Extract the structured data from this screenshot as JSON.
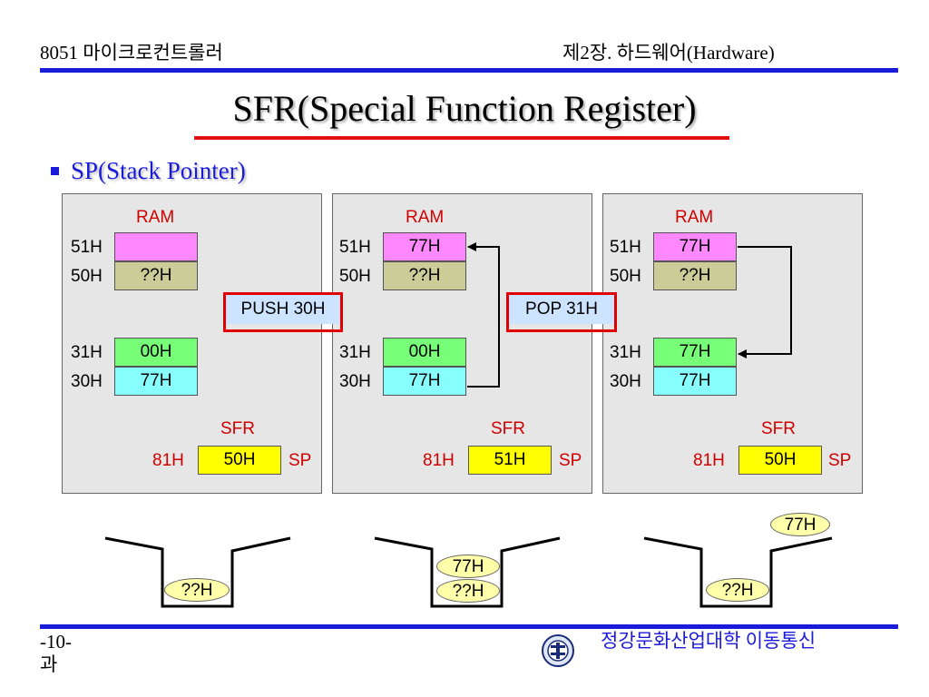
{
  "header": {
    "left": "8051 마이크로컨트롤러",
    "right": "제2장. 하드웨어(Hardware)"
  },
  "title": "SFR(Special Function Register)",
  "subtitle": "SP(Stack Pointer)",
  "colors": {
    "accent_blue": "#1a1adb",
    "accent_red": "#e01010"
  },
  "panels": [
    {
      "ram_label": "RAM",
      "rows": [
        {
          "addr": "51H",
          "value": ""
        },
        {
          "addr": "50H",
          "value": "??H"
        },
        {
          "addr": "31H",
          "value": "00H"
        },
        {
          "addr": "30H",
          "value": "77H"
        }
      ],
      "sfr_label": "SFR",
      "sfr_addr": "81H",
      "sfr_value": "50H",
      "sfr_name": "SP"
    },
    {
      "ram_label": "RAM",
      "rows": [
        {
          "addr": "51H",
          "value": "77H"
        },
        {
          "addr": "50H",
          "value": "??H"
        },
        {
          "addr": "31H",
          "value": "00H"
        },
        {
          "addr": "30H",
          "value": "77H"
        }
      ],
      "sfr_label": "SFR",
      "sfr_addr": "81H",
      "sfr_value": "51H",
      "sfr_name": "SP"
    },
    {
      "ram_label": "RAM",
      "rows": [
        {
          "addr": "51H",
          "value": "77H"
        },
        {
          "addr": "50H",
          "value": "??H"
        },
        {
          "addr": "31H",
          "value": "77H"
        },
        {
          "addr": "30H",
          "value": "77H"
        }
      ],
      "sfr_label": "SFR",
      "sfr_addr": "81H",
      "sfr_value": "50H",
      "sfr_name": "SP"
    }
  ],
  "ops": {
    "push": "PUSH 30H",
    "pop": "POP 31H"
  },
  "stacks": {
    "first": {
      "bottom": "??H"
    },
    "second": {
      "top": "77H",
      "bottom": "??H"
    },
    "third": {
      "popped": "77H",
      "bottom": "??H"
    }
  },
  "footer": {
    "page": "-10-",
    "page_line2": "과",
    "org": "정강문화산업대학 이동통신"
  }
}
